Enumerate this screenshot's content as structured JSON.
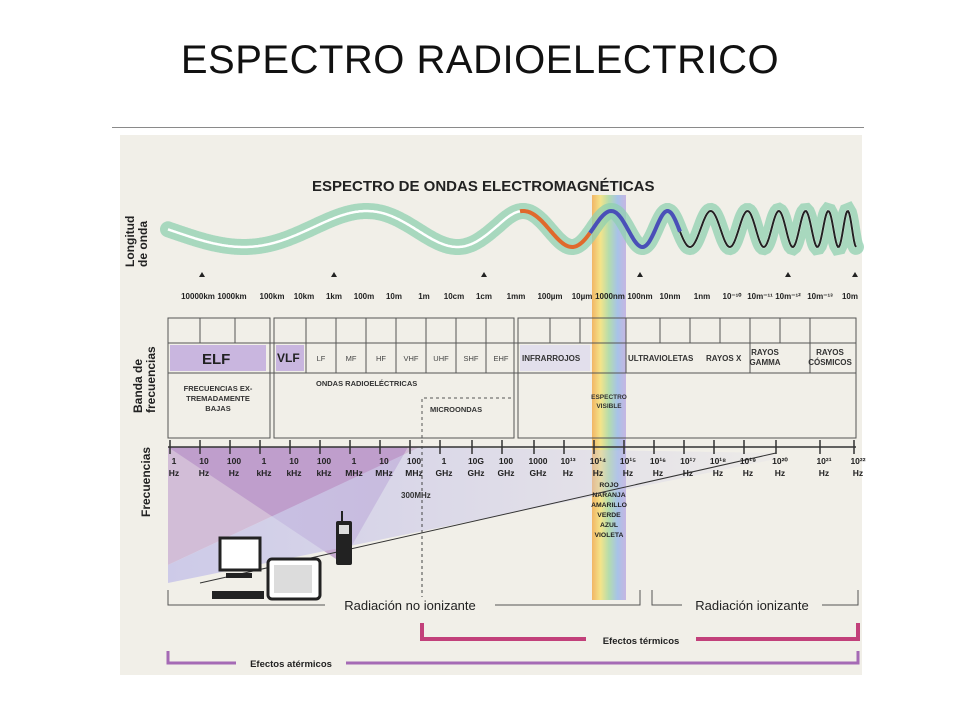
{
  "slide": {
    "title": "ESPECTRO RADIOELECTRICO"
  },
  "figure": {
    "title": "ESPECTRO DE ONDAS ELECTROMAGNÉTICAS",
    "row_labels": {
      "wavelength": [
        "Longitud",
        "de onda"
      ],
      "band": [
        "Banda de",
        "frecuencias"
      ],
      "frequency": "Frecuencias"
    },
    "wavelengths": [
      "10000km",
      "1000km",
      "100km",
      "10km",
      "1km",
      "100m",
      "10m",
      "1m",
      "10cm",
      "1cm",
      "1mm",
      "100µm",
      "10µm",
      "1000nm",
      "100nm",
      "10nm",
      "1nm",
      "10⁻¹⁰",
      "10m⁻¹¹",
      "10m⁻¹²",
      "10m⁻¹³",
      "10m"
    ],
    "bands": {
      "elf": "ELF",
      "vlf": "VLF",
      "radio_sub": [
        "LF",
        "MF",
        "HF",
        "VHF",
        "UHF",
        "SHF",
        "EHF"
      ],
      "infrared": "INFRARROJOS",
      "ultraviolet": "ULTRAVIOLETAS",
      "xray": "RAYOS X",
      "gamma": [
        "RAYOS",
        "GAMMA"
      ],
      "cosmic": [
        "RAYOS",
        "CÓSMICOS"
      ]
    },
    "groups": {
      "elf_desc": [
        "FRECUENCIAS EX-",
        "TREMADAMENTE",
        "BAJAS"
      ],
      "radio": "ONDAS RADIOELÉCTRICAS",
      "microwave": "MICROONDAS",
      "visible": [
        "ESPECTRO",
        "VISIBLE"
      ]
    },
    "frequencies": [
      [
        "1",
        "Hz"
      ],
      [
        "10",
        "Hz"
      ],
      [
        "100",
        "Hz"
      ],
      [
        "1",
        "kHz"
      ],
      [
        "10",
        "kHz"
      ],
      [
        "100",
        "kHz"
      ],
      [
        "1",
        "MHz"
      ],
      [
        "10",
        "MHz"
      ],
      [
        "100",
        "MHz"
      ],
      [
        "1",
        "GHz"
      ],
      [
        "10G",
        "GHz"
      ],
      [
        "100",
        "GHz"
      ],
      [
        "1000",
        "GHz"
      ],
      [
        "10¹³",
        "Hz"
      ],
      [
        "10¹⁴",
        "Hz"
      ],
      [
        "10¹⁵",
        "Hz"
      ],
      [
        "10¹⁶",
        "Hz"
      ],
      [
        "10¹⁷",
        "Hz"
      ],
      [
        "10¹⁸",
        "Hz"
      ],
      [
        "10¹⁹",
        "Hz"
      ],
      [
        "10²⁰",
        "Hz"
      ],
      [
        "10²¹",
        "Hz"
      ],
      [
        "10²²",
        "Hz"
      ]
    ],
    "marker_300": "300MHz",
    "colors_list": [
      "ROJO",
      "NARANJA",
      "AMARILLO",
      "VERDE",
      "AZUL",
      "VIOLETA"
    ],
    "regions": {
      "non_ionizing": "Radiación no ionizante",
      "ionizing": "Radiación ionizante"
    },
    "effects": {
      "thermal": "Efectos térmicos",
      "athermal": "Efectos atérmicos"
    },
    "colors": {
      "purple": "#b894c8",
      "lavender": "#c9c6e8",
      "magenta": "#c2407a",
      "teal": "#8fd0b0"
    }
  }
}
